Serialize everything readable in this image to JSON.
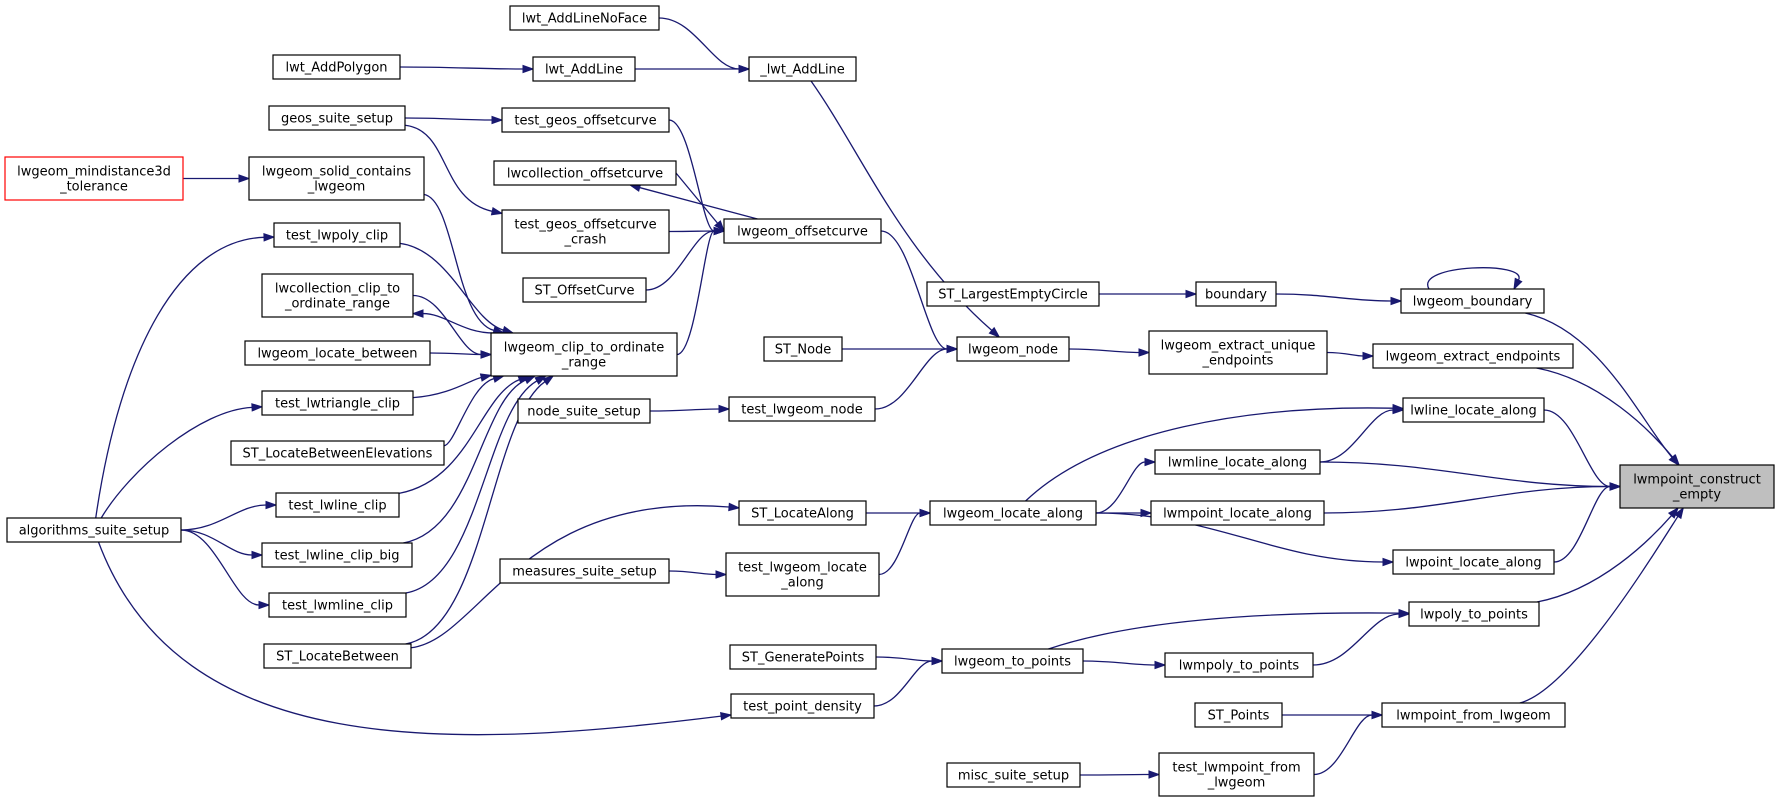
{
  "diagram": {
    "type": "call-graph",
    "colors": {
      "edge": "#191970",
      "focus_fill": "#bfbfbf",
      "root_border": "#ff0000",
      "node_border": "#000000"
    },
    "focus_node": "lwmpoint_construct_empty",
    "nodes": {
      "lwmpoint_construct_empty": [
        "lwmpoint_construct",
        "_empty"
      ],
      "lwgeom_boundary": [
        "lwgeom_boundary"
      ],
      "boundary": [
        "boundary"
      ],
      "ST_LargestEmptyCircle": [
        "ST_LargestEmptyCircle"
      ],
      "lwgeom_extract_endpoints": [
        "lwgeom_extract_endpoints"
      ],
      "lwgeom_extract_unique_endpoints": [
        "lwgeom_extract_unique",
        "_endpoints"
      ],
      "lwgeom_node": [
        "lwgeom_node"
      ],
      "_lwt_AddLine": [
        "_lwt_AddLine"
      ],
      "lwt_AddLineNoFace": [
        "lwt_AddLineNoFace"
      ],
      "lwt_AddLine": [
        "lwt_AddLine"
      ],
      "lwt_AddPolygon": [
        "lwt_AddPolygon"
      ],
      "lwgeom_offsetcurve": [
        "lwgeom_offsetcurve"
      ],
      "test_geos_offsetcurve": [
        "test_geos_offsetcurve"
      ],
      "geos_suite_setup": [
        "geos_suite_setup"
      ],
      "lwcollection_offsetcurve": [
        "lwcollection_offsetcurve"
      ],
      "test_geos_offsetcurve_crash": [
        "test_geos_offsetcurve",
        "_crash"
      ],
      "ST_OffsetCurve": [
        "ST_OffsetCurve"
      ],
      "lwgeom_clip_to_ordinate_range": [
        "lwgeom_clip_to_ordinate",
        "_range"
      ],
      "lwgeom_solid_contains_lwgeom": [
        "lwgeom_solid_contains",
        "_lwgeom"
      ],
      "lwgeom_mindistance3d_tolerance": [
        "lwgeom_mindistance3d",
        "_tolerance"
      ],
      "test_lwpoly_clip": [
        "test_lwpoly_clip"
      ],
      "lwcollection_clip_to_ordinate_range": [
        "lwcollection_clip_to",
        "_ordinate_range"
      ],
      "lwgeom_locate_between": [
        "lwgeom_locate_between"
      ],
      "test_lwtriangle_clip": [
        "test_lwtriangle_clip"
      ],
      "ST_LocateBetweenElevations": [
        "ST_LocateBetweenElevations"
      ],
      "test_lwline_clip": [
        "test_lwline_clip"
      ],
      "test_lwline_clip_big": [
        "test_lwline_clip_big"
      ],
      "test_lwmline_clip": [
        "test_lwmline_clip"
      ],
      "ST_LocateBetween": [
        "ST_LocateBetween"
      ],
      "algorithms_suite_setup": [
        "algorithms_suite_setup"
      ],
      "ST_Node": [
        "ST_Node"
      ],
      "test_lwgeom_node": [
        "test_lwgeom_node"
      ],
      "node_suite_setup": [
        "node_suite_setup"
      ],
      "lwline_locate_along": [
        "lwline_locate_along"
      ],
      "lwmline_locate_along": [
        "lwmline_locate_along"
      ],
      "lwmpoint_locate_along": [
        "lwmpoint_locate_along"
      ],
      "lwpoint_locate_along": [
        "lwpoint_locate_along"
      ],
      "lwgeom_locate_along": [
        "lwgeom_locate_along"
      ],
      "ST_LocateAlong": [
        "ST_LocateAlong"
      ],
      "test_lwgeom_locate_along": [
        "test_lwgeom_locate",
        "_along"
      ],
      "measures_suite_setup": [
        "measures_suite_setup"
      ],
      "lwpoly_to_points": [
        "lwpoly_to_points"
      ],
      "lwmpoly_to_points": [
        "lwmpoly_to_points"
      ],
      "lwgeom_to_points": [
        "lwgeom_to_points"
      ],
      "ST_GeneratePoints": [
        "ST_GeneratePoints"
      ],
      "test_point_density": [
        "test_point_density"
      ],
      "lwmpoint_from_lwgeom": [
        "lwmpoint_from_lwgeom"
      ],
      "ST_Points": [
        "ST_Points"
      ],
      "test_lwmpoint_from_lwgeom": [
        "test_lwmpoint_from",
        "_lwgeom"
      ],
      "misc_suite_setup": [
        "misc_suite_setup"
      ]
    },
    "edges": [
      [
        "lwgeom_boundary",
        "lwmpoint_construct_empty"
      ],
      [
        "lwgeom_boundary",
        "lwgeom_boundary"
      ],
      [
        "boundary",
        "lwgeom_boundary"
      ],
      [
        "ST_LargestEmptyCircle",
        "boundary"
      ],
      [
        "lwgeom_extract_endpoints",
        "lwmpoint_construct_empty"
      ],
      [
        "lwgeom_extract_unique_endpoints",
        "lwgeom_extract_endpoints"
      ],
      [
        "lwgeom_node",
        "lwgeom_extract_unique_endpoints"
      ],
      [
        "_lwt_AddLine",
        "lwgeom_node"
      ],
      [
        "lwt_AddLineNoFace",
        "_lwt_AddLine"
      ],
      [
        "lwt_AddLine",
        "_lwt_AddLine"
      ],
      [
        "lwt_AddPolygon",
        "lwt_AddLine"
      ],
      [
        "lwgeom_offsetcurve",
        "lwgeom_node"
      ],
      [
        "test_geos_offsetcurve",
        "lwgeom_offsetcurve"
      ],
      [
        "geos_suite_setup",
        "test_geos_offsetcurve"
      ],
      [
        "geos_suite_setup",
        "test_geos_offsetcurve_crash"
      ],
      [
        "lwcollection_offsetcurve",
        "lwgeom_offsetcurve"
      ],
      [
        "lwgeom_offsetcurve",
        "lwcollection_offsetcurve"
      ],
      [
        "test_geos_offsetcurve_crash",
        "lwgeom_offsetcurve"
      ],
      [
        "ST_OffsetCurve",
        "lwgeom_offsetcurve"
      ],
      [
        "lwgeom_clip_to_ordinate_range",
        "lwgeom_offsetcurve"
      ],
      [
        "lwgeom_clip_to_ordinate_range",
        "lwcollection_clip_to_ordinate_range"
      ],
      [
        "lwcollection_clip_to_ordinate_range",
        "lwgeom_clip_to_ordinate_range"
      ],
      [
        "lwgeom_solid_contains_lwgeom",
        "lwgeom_clip_to_ordinate_range"
      ],
      [
        "lwgeom_mindistance3d_tolerance",
        "lwgeom_solid_contains_lwgeom"
      ],
      [
        "test_lwpoly_clip",
        "lwgeom_clip_to_ordinate_range"
      ],
      [
        "lwgeom_locate_between",
        "lwgeom_clip_to_ordinate_range"
      ],
      [
        "test_lwtriangle_clip",
        "lwgeom_clip_to_ordinate_range"
      ],
      [
        "ST_LocateBetweenElevations",
        "lwgeom_clip_to_ordinate_range"
      ],
      [
        "test_lwline_clip",
        "lwgeom_clip_to_ordinate_range"
      ],
      [
        "test_lwline_clip_big",
        "lwgeom_clip_to_ordinate_range"
      ],
      [
        "test_lwmline_clip",
        "lwgeom_clip_to_ordinate_range"
      ],
      [
        "ST_LocateBetween",
        "lwgeom_clip_to_ordinate_range"
      ],
      [
        "algorithms_suite_setup",
        "test_lwpoly_clip"
      ],
      [
        "algorithms_suite_setup",
        "test_lwtriangle_clip"
      ],
      [
        "algorithms_suite_setup",
        "test_lwline_clip"
      ],
      [
        "algorithms_suite_setup",
        "test_lwline_clip_big"
      ],
      [
        "algorithms_suite_setup",
        "test_lwmline_clip"
      ],
      [
        "algorithms_suite_setup",
        "test_point_density"
      ],
      [
        "ST_Node",
        "lwgeom_node"
      ],
      [
        "test_lwgeom_node",
        "lwgeom_node"
      ],
      [
        "node_suite_setup",
        "test_lwgeom_node"
      ],
      [
        "lwline_locate_along",
        "lwmpoint_construct_empty"
      ],
      [
        "lwmline_locate_along",
        "lwline_locate_along"
      ],
      [
        "lwmline_locate_along",
        "lwmpoint_construct_empty"
      ],
      [
        "lwmpoint_locate_along",
        "lwmpoint_construct_empty"
      ],
      [
        "lwpoint_locate_along",
        "lwmpoint_construct_empty"
      ],
      [
        "lwgeom_locate_along",
        "lwline_locate_along"
      ],
      [
        "lwgeom_locate_along",
        "lwmline_locate_along"
      ],
      [
        "lwgeom_locate_along",
        "lwmpoint_locate_along"
      ],
      [
        "lwgeom_locate_along",
        "lwpoint_locate_along"
      ],
      [
        "ST_LocateAlong",
        "lwgeom_locate_along"
      ],
      [
        "ST_LocateBetween",
        "ST_LocateAlong"
      ],
      [
        "test_lwgeom_locate_along",
        "lwgeom_locate_along"
      ],
      [
        "measures_suite_setup",
        "test_lwgeom_locate_along"
      ],
      [
        "lwpoly_to_points",
        "lwmpoint_construct_empty"
      ],
      [
        "lwmpoly_to_points",
        "lwpoly_to_points"
      ],
      [
        "lwgeom_to_points",
        "lwpoly_to_points"
      ],
      [
        "lwgeom_to_points",
        "lwmpoly_to_points"
      ],
      [
        "ST_GeneratePoints",
        "lwgeom_to_points"
      ],
      [
        "test_point_density",
        "lwgeom_to_points"
      ],
      [
        "lwmpoint_from_lwgeom",
        "lwmpoint_construct_empty"
      ],
      [
        "ST_Points",
        "lwmpoint_from_lwgeom"
      ],
      [
        "test_lwmpoint_from_lwgeom",
        "lwmpoint_from_lwgeom"
      ],
      [
        "misc_suite_setup",
        "test_lwmpoint_from_lwgeom"
      ]
    ]
  }
}
